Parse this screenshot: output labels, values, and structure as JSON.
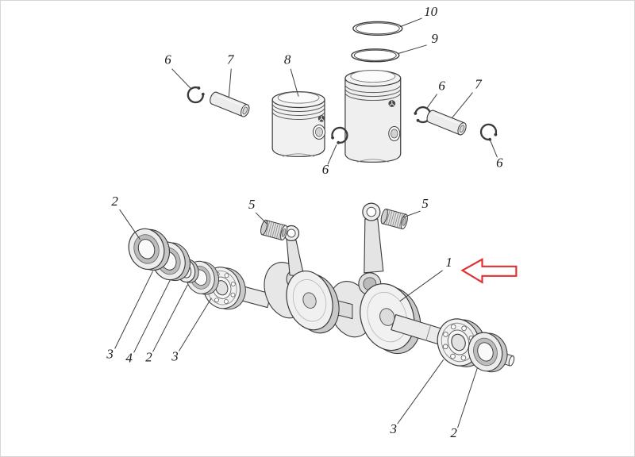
{
  "figure": {
    "type": "exploded-parts-diagram",
    "subject": "crankshaft-and-piston-assembly"
  },
  "colors": {
    "line": "#3f3f3f",
    "label": "#1b1b1b",
    "arrow_red": "#e03131"
  },
  "callouts": [
    {
      "label": "10",
      "part": "piston-ring-top"
    },
    {
      "label": "9",
      "part": "piston-ring-second"
    },
    {
      "label": "6",
      "part": "circlip-top-left"
    },
    {
      "label": "7",
      "part": "piston-pin-left"
    },
    {
      "label": "8",
      "part": "piston"
    },
    {
      "label": "6",
      "part": "circlip-mid-right"
    },
    {
      "label": "7",
      "part": "piston-pin-right"
    },
    {
      "label": "6",
      "part": "circlip-far-right"
    },
    {
      "label": "6",
      "part": "circlip-below-left-piston"
    },
    {
      "label": "2",
      "part": "oil-seal-left-outer"
    },
    {
      "label": "5",
      "part": "needle-bearing-left"
    },
    {
      "label": "5",
      "part": "needle-bearing-right"
    },
    {
      "label": "1",
      "part": "crankshaft"
    },
    {
      "label": "3",
      "part": "main-bearing-left-outer"
    },
    {
      "label": "4",
      "part": "spacer-sleeve"
    },
    {
      "label": "2",
      "part": "oil-seal-left-inner"
    },
    {
      "label": "3",
      "part": "main-bearing-left"
    },
    {
      "label": "3",
      "part": "main-bearing-right"
    },
    {
      "label": "2",
      "part": "oil-seal-right"
    }
  ]
}
